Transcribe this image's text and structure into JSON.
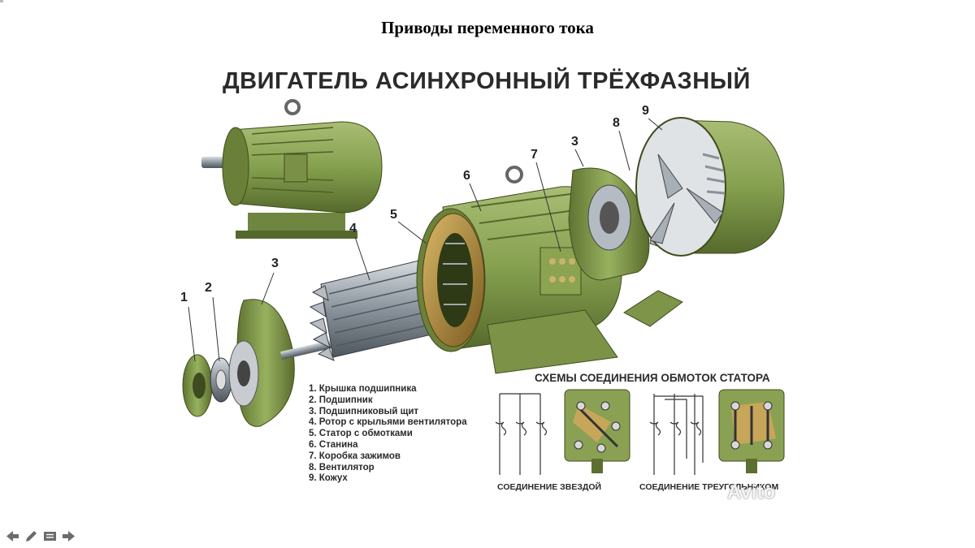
{
  "slide": {
    "title": "Приводы переменного тока"
  },
  "figure": {
    "title": "ДВИГАТЕЛЬ АСИНХРОННЫЙ ТРЁХФАЗНЫЙ",
    "callouts": [
      "1",
      "2",
      "3",
      "4",
      "5",
      "6",
      "7",
      "3",
      "8",
      "9"
    ],
    "legend": [
      "1. Крышка подшипника",
      "2. Подшипник",
      "3. Подшипниковый щит",
      "4. Ротор с крыльями вентилятора",
      "5. Статор с обмотками",
      "6. Станина",
      "7. Коробка зажимов",
      "8. Вентилятор",
      "9. Кожух"
    ],
    "schemes": {
      "title": "СХЕМЫ СОЕДИНЕНИЯ ОБМОТОК СТАТОРА",
      "star": "СОЕДИНЕНИЕ ЗВЕЗДОЙ",
      "delta": "СОЕДИНЕНИЕ ТРЕУГОЛЬНИКОМ"
    },
    "watermark": "Avito",
    "colors": {
      "motor_green": "#8aa154",
      "motor_dark": "#5c7030",
      "copper": "#b08a3c",
      "metal": "#9aa3ab"
    }
  },
  "nav": {
    "icons": [
      "arrow-left-icon",
      "pencil-icon",
      "menu-icon",
      "arrow-right-icon"
    ]
  }
}
